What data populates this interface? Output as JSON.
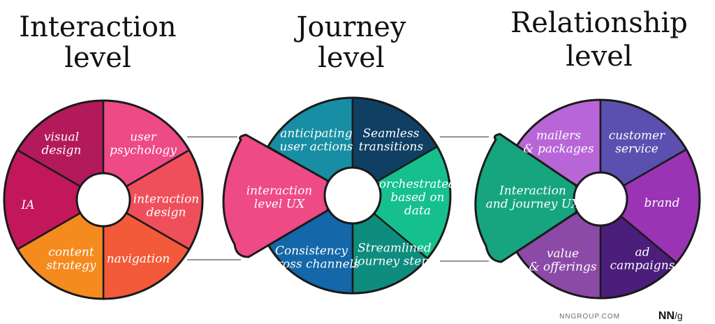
{
  "titles": {
    "interaction": [
      "Interaction",
      "level"
    ],
    "journey": [
      "Journey",
      "level"
    ],
    "relationship": [
      "Relationship",
      "level"
    ]
  },
  "wheels": {
    "interaction": {
      "segments": [
        {
          "id": "visual-design",
          "label": [
            "visual",
            "design"
          ],
          "color": "#b31a5b"
        },
        {
          "id": "user-psychology",
          "label": [
            "user",
            "psychology"
          ],
          "color": "#ee4a86"
        },
        {
          "id": "interaction-design",
          "label": [
            "interaction",
            "design"
          ],
          "color": "#ef4f5a"
        },
        {
          "id": "navigation",
          "label": [
            "navigation"
          ],
          "color": "#f25a3a"
        },
        {
          "id": "content-strategy",
          "label": [
            "content",
            "strategy"
          ],
          "color": "#f58a1f"
        },
        {
          "id": "ia",
          "label": [
            "IA"
          ],
          "color": "#c2185b"
        }
      ]
    },
    "journey": {
      "segments": [
        {
          "id": "anticipating-user-actions",
          "label": [
            "anticipating",
            "user actions"
          ],
          "color": "#178ea3"
        },
        {
          "id": "seamless-transitions",
          "label": [
            "Seamless",
            "transitions"
          ],
          "color": "#0f3f63"
        },
        {
          "id": "orchestrated-based-on-data",
          "label": [
            "orchestrated",
            "based on",
            "data"
          ],
          "color": "#16c08e"
        },
        {
          "id": "streamlined-journey-steps",
          "label": [
            "Streamlined",
            "journey steps"
          ],
          "color": "#0e8c7d"
        },
        {
          "id": "consistency-across-channels",
          "label": [
            "Consistency",
            "across channels"
          ],
          "color": "#1467a8"
        }
      ],
      "inset": {
        "label": [
          "interaction",
          "level UX"
        ],
        "color": "#ee4a86"
      }
    },
    "relationship": {
      "segments": [
        {
          "id": "mailers-packages",
          "label": [
            "mailers",
            "& packages"
          ],
          "color": "#b865d8"
        },
        {
          "id": "customer-service",
          "label": [
            "customer",
            "service"
          ],
          "color": "#5b4fb0"
        },
        {
          "id": "brand",
          "label": [
            "brand"
          ],
          "color": "#9a34b5"
        },
        {
          "id": "ad-campaigns",
          "label": [
            "ad",
            "campaigns"
          ],
          "color": "#4a1e7a"
        },
        {
          "id": "value-offerings",
          "label": [
            "value",
            "& offerings"
          ],
          "color": "#8a4aa6"
        }
      ],
      "inset": {
        "label": [
          "Interaction",
          "and journey UX"
        ],
        "color": "#16a57e"
      }
    }
  },
  "footer": {
    "site": "NNGROUP.COM",
    "logo": "NN",
    "logo_suffix": "/g"
  }
}
